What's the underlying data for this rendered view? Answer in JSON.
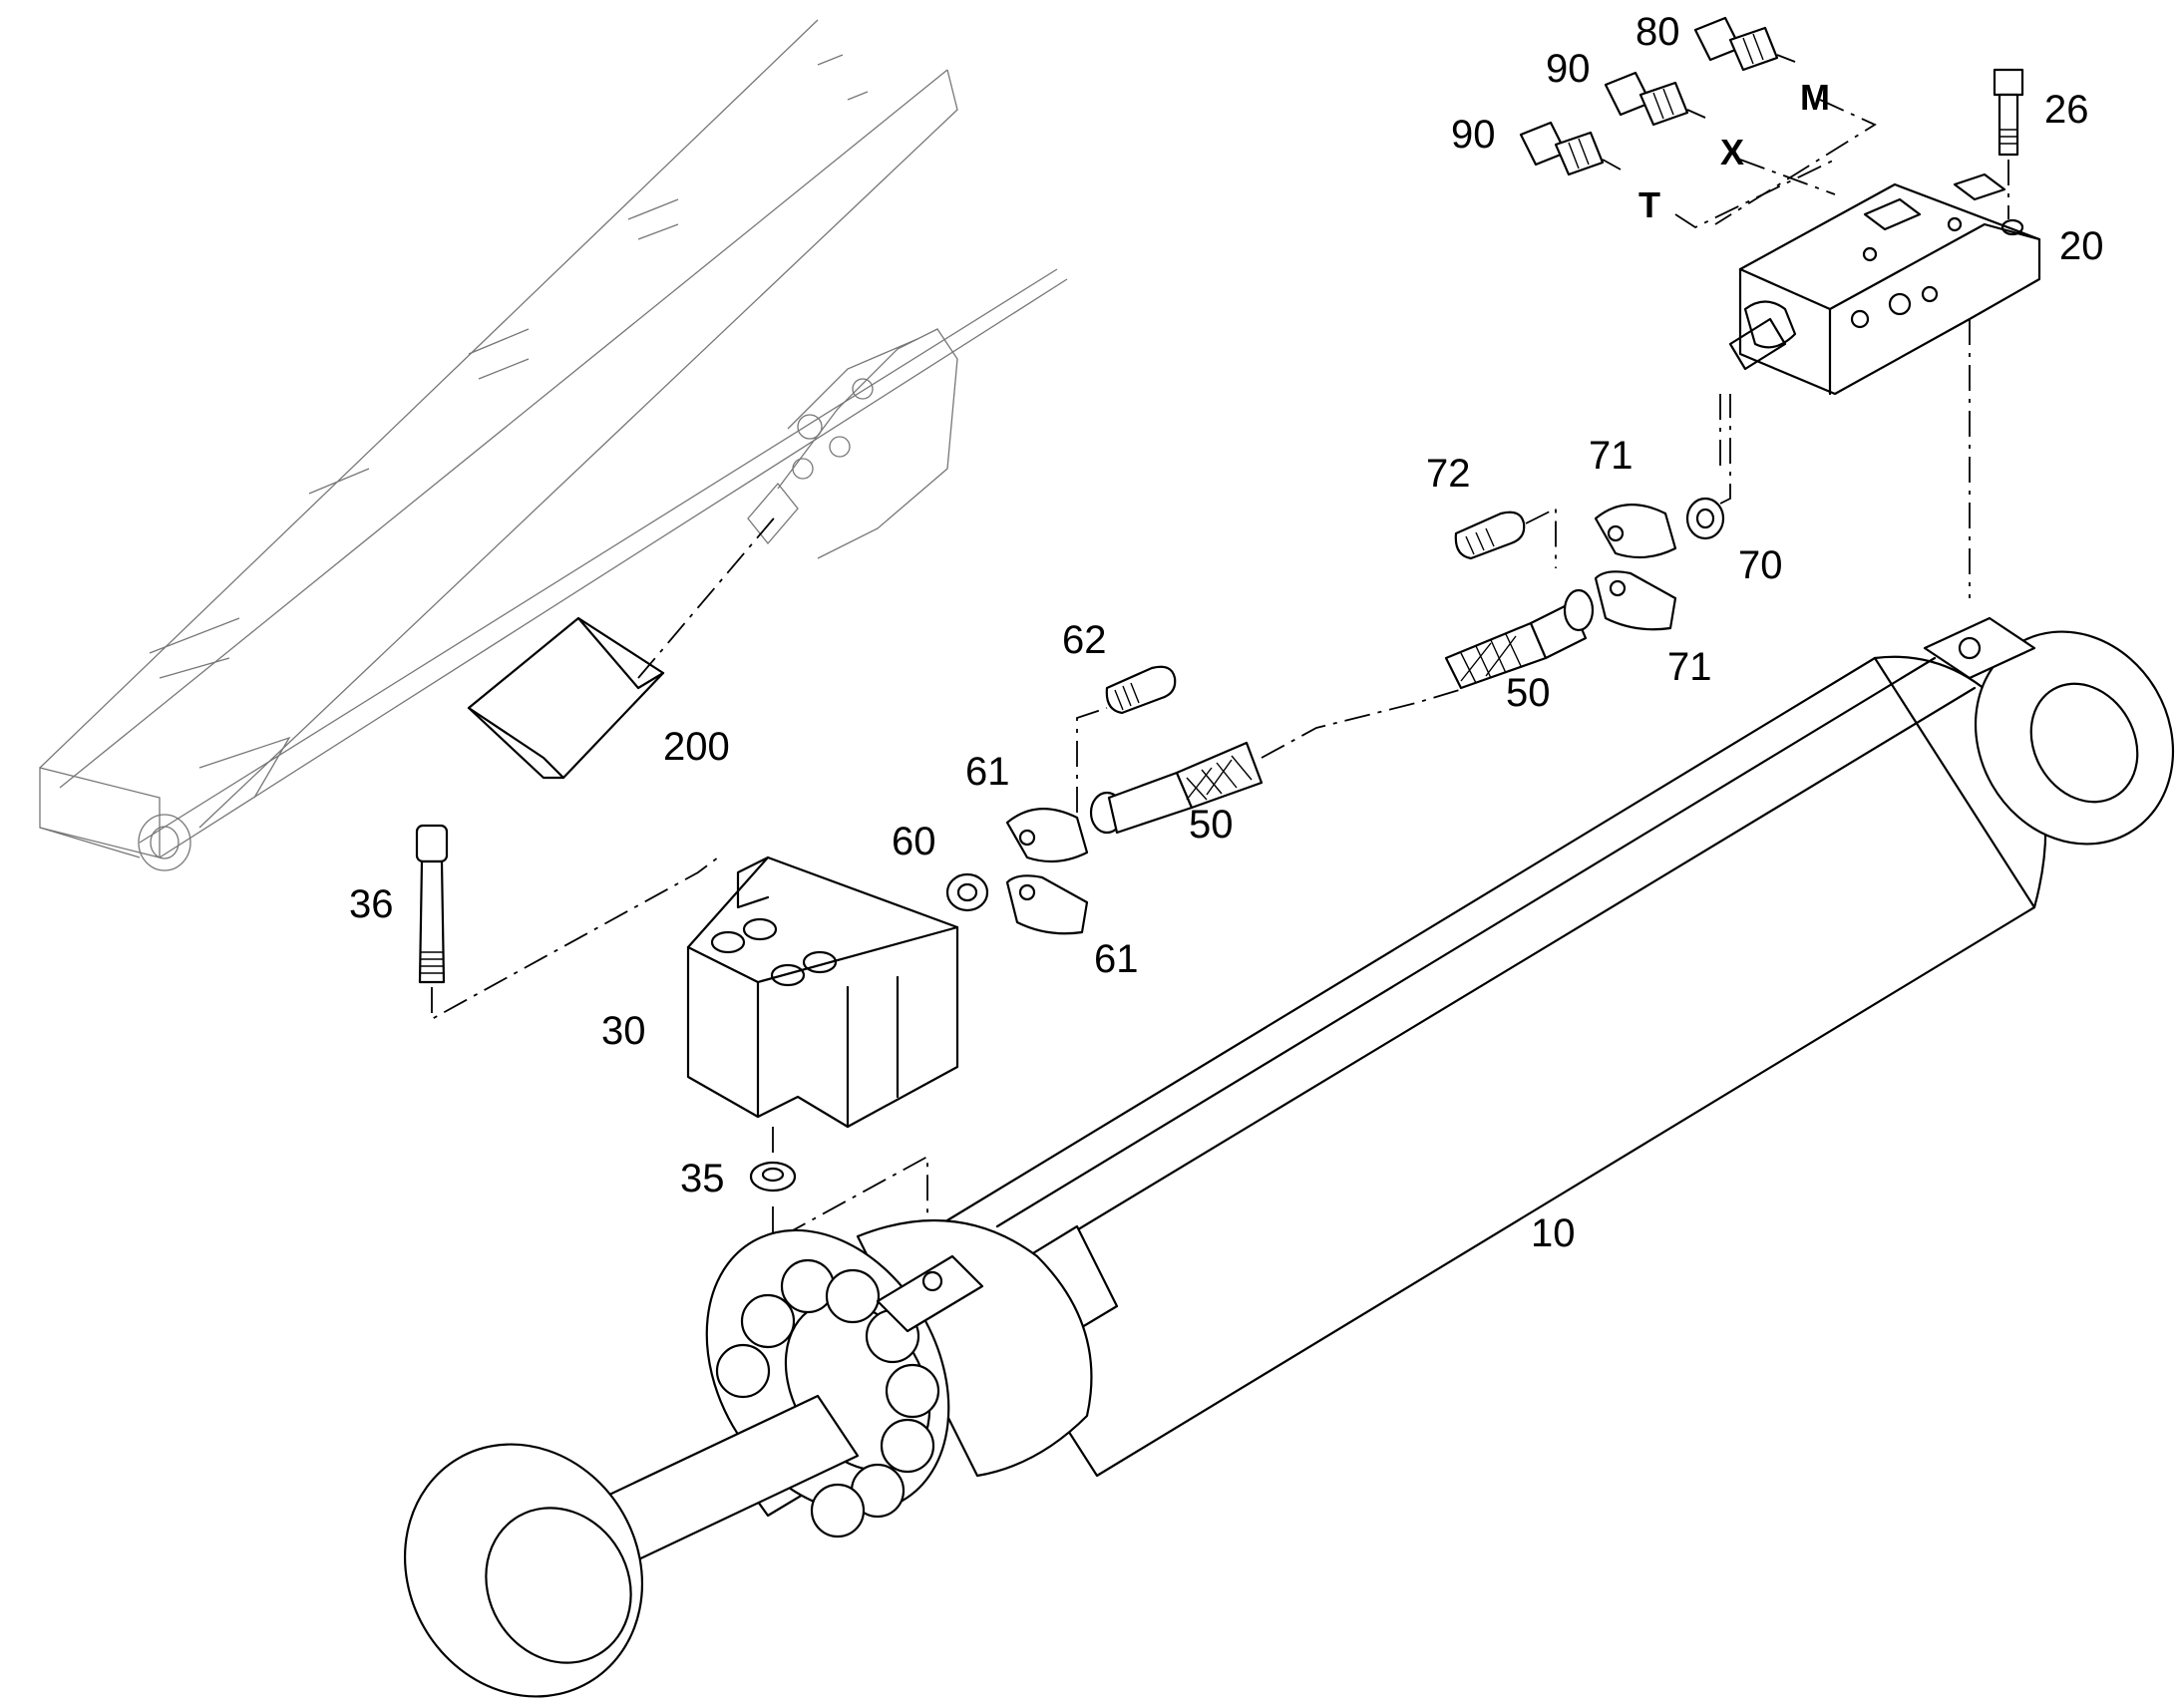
{
  "callouts": {
    "c10": "10",
    "c20": "20",
    "c26": "26",
    "c30": "30",
    "c35": "35",
    "c36": "36",
    "c50a": "50",
    "c50b": "50",
    "c60": "60",
    "c61a": "61",
    "c61b": "61",
    "c62": "62",
    "c70": "70",
    "c71a": "71",
    "c71b": "71",
    "c72": "72",
    "c80": "80",
    "c90a": "90",
    "c90b": "90",
    "c200": "200"
  },
  "ports": {
    "m": "M",
    "x": "X",
    "t": "T"
  }
}
